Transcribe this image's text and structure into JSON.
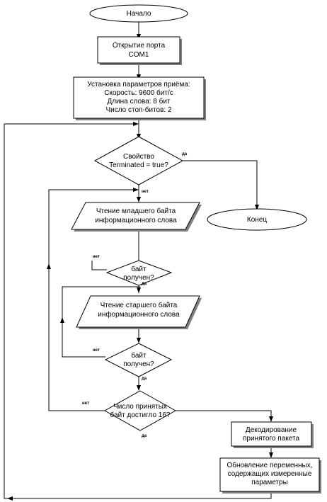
{
  "nodes": {
    "start": "Начало",
    "open_port": [
      "Открытие порта",
      "COM1"
    ],
    "setup": [
      "Установка параметров приёма:",
      "Скорость: 9600 бит/с",
      "Длина слова: 8 бит",
      "Число стоп-битов: 2"
    ],
    "terminated": [
      "Свойство",
      "Terminated = true?"
    ],
    "end": "Конец",
    "read_low": [
      "Чтение младшего байта",
      "информационного слова"
    ],
    "got1": [
      "байт",
      "получен?"
    ],
    "read_high": [
      "Чтение старшего байта",
      "информационного слова"
    ],
    "got2": [
      "байт",
      "получен?"
    ],
    "count16": [
      "Число принятых",
      "байт достигло 16?"
    ],
    "decode": [
      "Декодирование",
      "принятого пакета"
    ],
    "update": [
      "Обновление переменных,",
      "содержащих измеренные",
      "параметры"
    ]
  },
  "edge_labels": {
    "yes": "да",
    "no": "нет"
  }
}
